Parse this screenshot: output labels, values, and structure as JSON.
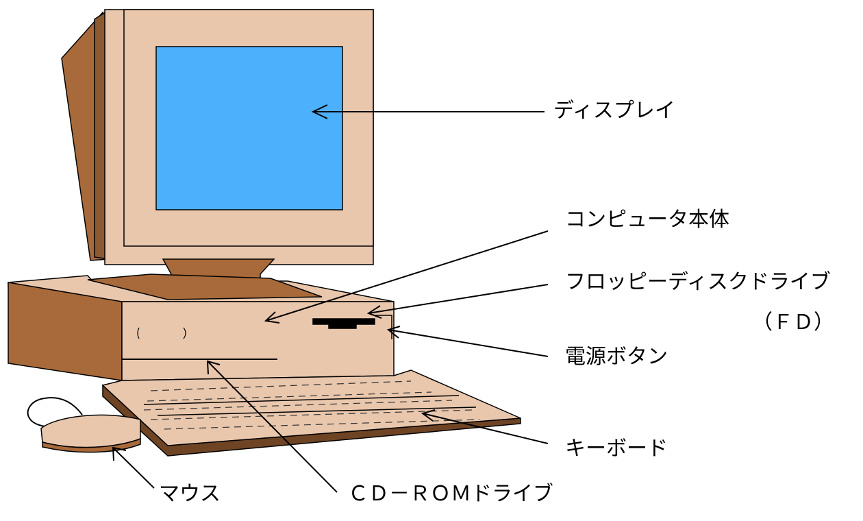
{
  "labels": {
    "display": "ディスプレイ",
    "computer_body": "コンピュータ本体",
    "floppy_drive": "フロッピーディスクドライブ",
    "floppy_abbr": "（ＦＤ）",
    "power_button": "電源ボタン",
    "keyboard": "キーボード",
    "mouse": "マウス",
    "cdrom_drive": "ＣＤ－ＲＯＭドライブ"
  },
  "colors": {
    "screen": "#4cb0fc",
    "beige": "#e9c7ad",
    "brown": "#a86a3a",
    "dark_brown": "#6e4424",
    "outline": "#000000"
  }
}
